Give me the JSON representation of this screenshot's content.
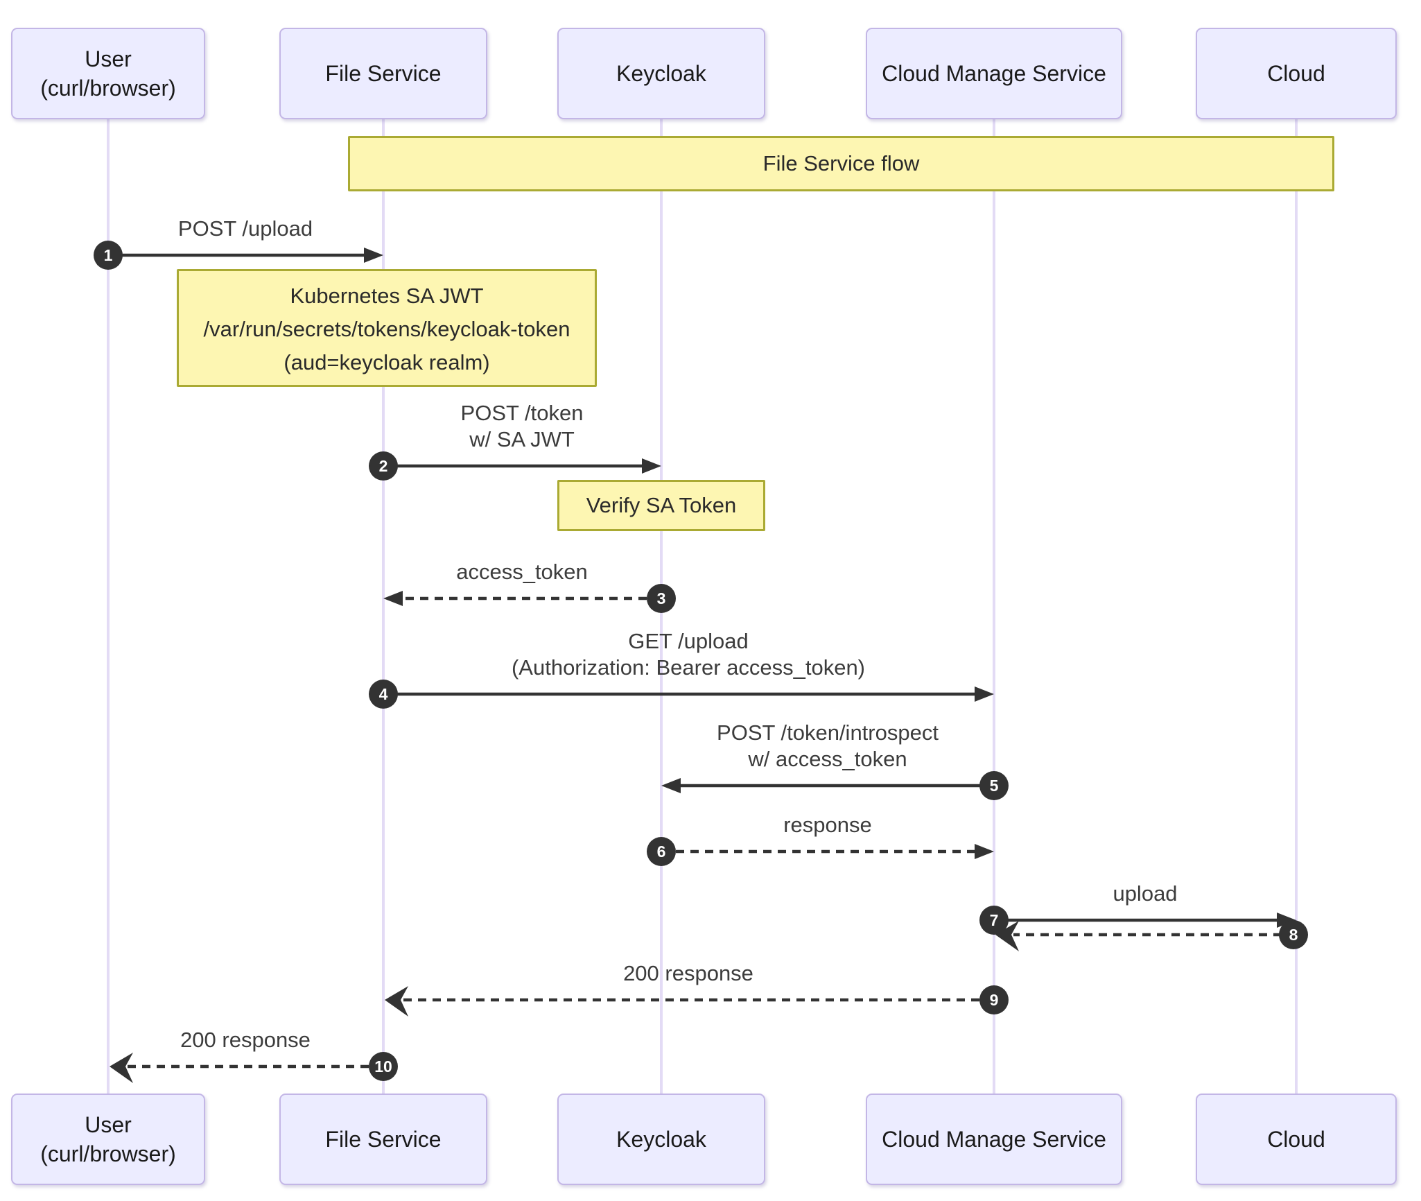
{
  "diagram_type": "sequence-diagram",
  "banner": {
    "label": "File Service flow"
  },
  "actors": [
    {
      "id": "user",
      "label": "User\n(curl/browser)"
    },
    {
      "id": "file-service",
      "label": "File Service"
    },
    {
      "id": "keycloak",
      "label": "Keycloak"
    },
    {
      "id": "cloud-manage-service",
      "label": "Cloud Manage Service"
    },
    {
      "id": "cloud",
      "label": "Cloud"
    }
  ],
  "notes": [
    {
      "id": "k8s-jwt",
      "over": "File Service",
      "label": "Kubernetes SA JWT\n/var/run/secrets/tokens/keycloak-token\n(aud=keycloak realm)"
    },
    {
      "id": "verify-sa",
      "over": "Keycloak",
      "label": "Verify SA Token"
    }
  ],
  "messages": [
    {
      "seq": "1",
      "label": "POST /upload",
      "from": "User",
      "to": "File Service",
      "line": "solid",
      "arrowhead": "filled"
    },
    {
      "seq": "2",
      "label": "POST /token\nw/ SA JWT",
      "from": "File Service",
      "to": "Keycloak",
      "line": "solid",
      "arrowhead": "filled"
    },
    {
      "seq": "3",
      "label": "access_token",
      "from": "Keycloak",
      "to": "File Service",
      "line": "dashed",
      "arrowhead": "filled"
    },
    {
      "seq": "4",
      "label": "GET /upload\n(Authorization: Bearer access_token)",
      "from": "File Service",
      "to": "Cloud Manage Service",
      "line": "solid",
      "arrowhead": "filled"
    },
    {
      "seq": "5",
      "label": "POST /token/introspect\nw/ access_token",
      "from": "Cloud Manage Service",
      "to": "Keycloak",
      "line": "solid",
      "arrowhead": "filled"
    },
    {
      "seq": "6",
      "label": "response",
      "from": "Keycloak",
      "to": "Cloud Manage Service",
      "line": "dashed",
      "arrowhead": "filled"
    },
    {
      "seq": "7",
      "label": "upload",
      "from": "Cloud Manage Service",
      "to": "Cloud",
      "line": "solid",
      "arrowhead": "filled"
    },
    {
      "seq": "8",
      "label": "",
      "from": "Cloud",
      "to": "Cloud Manage Service",
      "line": "dashed",
      "arrowhead": "barbed"
    },
    {
      "seq": "9",
      "label": "200 response",
      "from": "Cloud Manage Service",
      "to": "File Service",
      "line": "dashed",
      "arrowhead": "barbed"
    },
    {
      "seq": "10",
      "label": "200 response",
      "from": "File Service",
      "to": "User",
      "line": "dashed",
      "arrowhead": "barbed"
    }
  ],
  "colors": {
    "background": "#FFFFFF",
    "actor_fill": "#ECECFF",
    "actor_border": "#C3B6E6",
    "lifeline": "#E3DBF5",
    "note_fill": "#FDF6B2",
    "note_border": "#AAAA33",
    "arrow": "#333333",
    "badge_bg": "#333333",
    "badge_text": "#FFFFFF",
    "message_text": "#3C3C3C"
  }
}
